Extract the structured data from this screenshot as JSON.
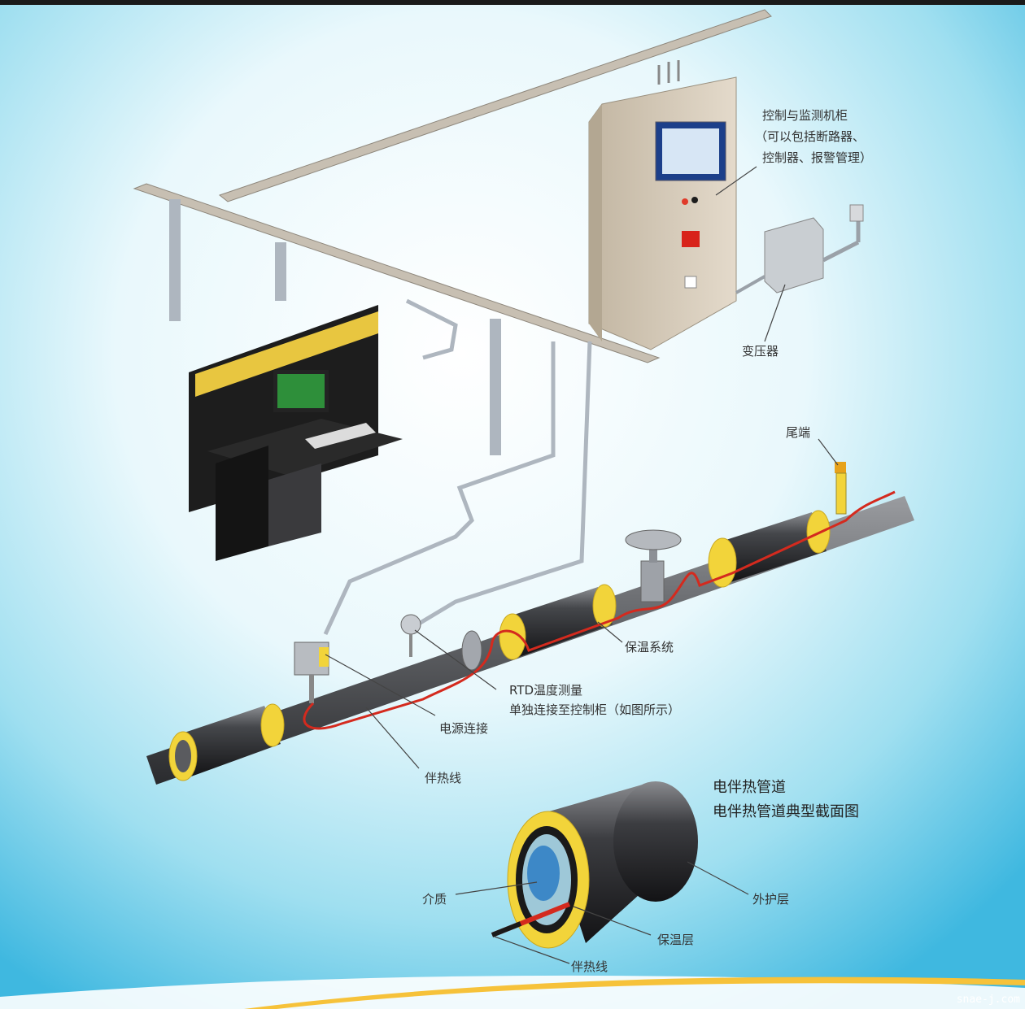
{
  "labels": {
    "cabinet_line1": "控制与监测机柜",
    "cabinet_line2": "（可以包括断路器、",
    "cabinet_line3": "控制器、报警管理）",
    "transformer": "变压器",
    "end_cap": "尾端",
    "insulation_system": "保温系统",
    "rtd_line1": "RTD温度测量",
    "rtd_line2": "单独连接至控制柜（如图所示）",
    "power_connection": "电源连接",
    "heat_trace_line": "伴热线",
    "section_title": "电伴热管道",
    "section_subtitle": "电伴热管道典型截面图",
    "medium": "介质",
    "outer_layer": "外护层",
    "insulation_layer": "保温层",
    "heat_trace_line_section": "伴热线"
  },
  "watermark": "snae-j.com",
  "colors": {
    "background": "#5fc9e8",
    "pipe": "#3a3a3e",
    "insulation_ring": "#f2d43a",
    "heat_cable": "#d42a1e",
    "cabinet": "#d8cdbb",
    "tray": "#b9b2a6"
  }
}
